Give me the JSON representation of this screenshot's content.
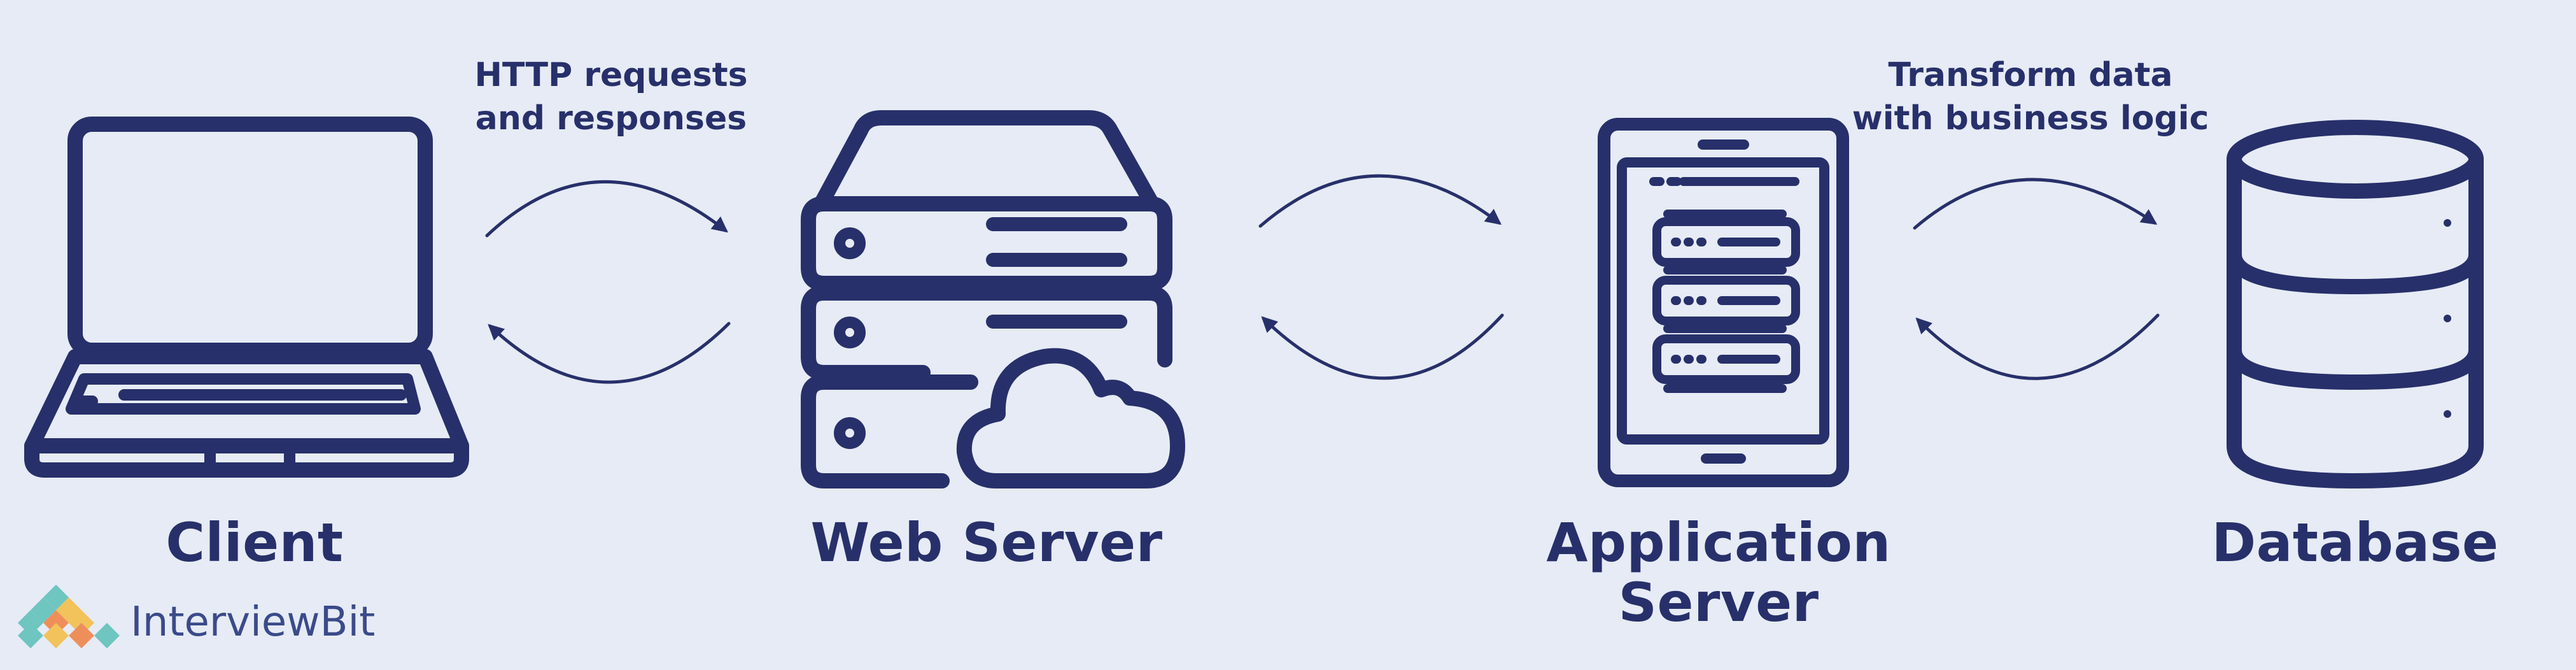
{
  "nodes": {
    "client": "Client",
    "web_server": "Web Server",
    "application_server": "Application\nServer",
    "database": "Database"
  },
  "edges": {
    "client_web": "HTTP requests\nand responses",
    "app_db": "Transform data\nwith business logic"
  },
  "brand": {
    "logo_text": "InterviewBit"
  },
  "colors": {
    "background": "#e6ebf5",
    "ink": "#27306a",
    "logo_teal": "#6fc5c0",
    "logo_yellow": "#f2c25b",
    "logo_orange": "#ee8f5b"
  },
  "icons": [
    "laptop-icon",
    "web-server-icon",
    "cloud-icon",
    "application-server-icon",
    "database-icon",
    "interviewbit-logo-icon"
  ]
}
